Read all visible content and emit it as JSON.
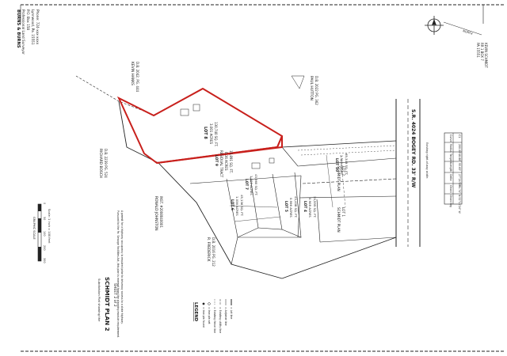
{
  "surveyor": {
    "name": "BURNS & BURNS",
    "role": "Professional Land Surveyor",
    "po_box": "P.O. Box 158",
    "city": "Lynnwood, Pa. 15551",
    "phone": "Phone: 724-xxx-xxxx"
  },
  "owner_block": {
    "line1": "KEVIN SCHMIDT",
    "line2": "RR 1 BOX 7",
    "line3": "PA 15551"
  },
  "north_label": "NORTH",
  "road": {
    "name": "S.R. 4024 BOGEY RD. 33' R/W",
    "note": "Existing right-of-way width"
  },
  "neighbors": {
    "kevin_hanks": {
      "name": "KEVIN HANKS",
      "deed": "D.B. 2042, PG. 444"
    },
    "paul_hutton": {
      "name": "PAUL HUTTON",
      "deed": "D.B. 2022 PG. 362"
    },
    "richard_bosch": {
      "name": "RICHARD BOSCH",
      "deed": "D.B. 2239 PG. 524"
    },
    "ronald_johnston": {
      "name": "RONALD JOHNSTON",
      "deed": "INST. #2008040001"
    },
    "r_frederick": {
      "name": "R. FREDERICK",
      "deed": "D.B. 2016 PG. 212"
    },
    "schmidt_lot2": {
      "name": "SCHMIDT PLAN",
      "lot": "LOT 2"
    },
    "schmidt_lot1": {
      "name": "SCHMIDT PLAN",
      "lot": "LOT 1"
    }
  },
  "lots": {
    "lot8": {
      "title": "LOT 8",
      "area1": "3.001 ACRES",
      "area2": "130,740 SQ. FT."
    },
    "residual": {
      "title": "LOT 9",
      "sub": "RESIDUAL TRACT",
      "area1": "0.36 ACRES",
      "area2": "15,891 SQ. FT."
    },
    "lot7": {
      "title": "LOT 7",
      "area1": "1.000 ACRES",
      "area2": "43,560 SQ. FT."
    },
    "lot10": {
      "title": "LOT 10",
      "area1": "1.500 ACRES",
      "area2": "65,349 SQ. FT."
    },
    "lot6": {
      "title": "LOT 6",
      "area1": "1.036 ACRES",
      "area2": "45,136 SQ. FT."
    },
    "lot5": {
      "title": "LOT 5",
      "area1": "0.996 ACRES",
      "area2": "43,408 SQ. FT."
    },
    "lot4": {
      "title": "LOT 4",
      "area1": "0.908 ACRES",
      "area2": "39,555 SQ. FT."
    }
  },
  "curve_table": {
    "headers": [
      "Curve",
      "Radius",
      "Tangent",
      "Length",
      "Delta",
      "Chord",
      "Chord Brg"
    ],
    "rows": [
      [
        "C1",
        "200.00'",
        "48.88'",
        "95.65'",
        "27°24'09\"",
        "94.74'",
        "N 52°11'24\" W"
      ]
    ]
  },
  "scale": {
    "label": "GRAPHIC SCALE",
    "note": "Scale: 1 inch = 100 feet",
    "ticks": [
      "0",
      "50",
      "100",
      "200",
      "300"
    ]
  },
  "title_block": {
    "caption": "Subdivision Plat showing the",
    "title": "SCHMIDT PLAN 2",
    "sheet": "SHEET 2 of 2"
  },
  "legend": {
    "title": "LEGEND",
    "items": [
      "= Iron pin found",
      "= Iron pin set",
      "= Existing fence line",
      "= Existing utility line",
      "= Adjoiner line",
      "= Lot line"
    ]
  },
  "notes": {
    "para1": "Pursuant to the Pa. Sewage Facilities Act, this plan is exempt from the planning module requirement.",
    "para2": "A permit for a highway occupancy is required prior to driveway access to a state highway."
  },
  "colors": {
    "ink": "#1a1a1a",
    "highlight": "#c8201c",
    "paper": "#ffffff"
  }
}
